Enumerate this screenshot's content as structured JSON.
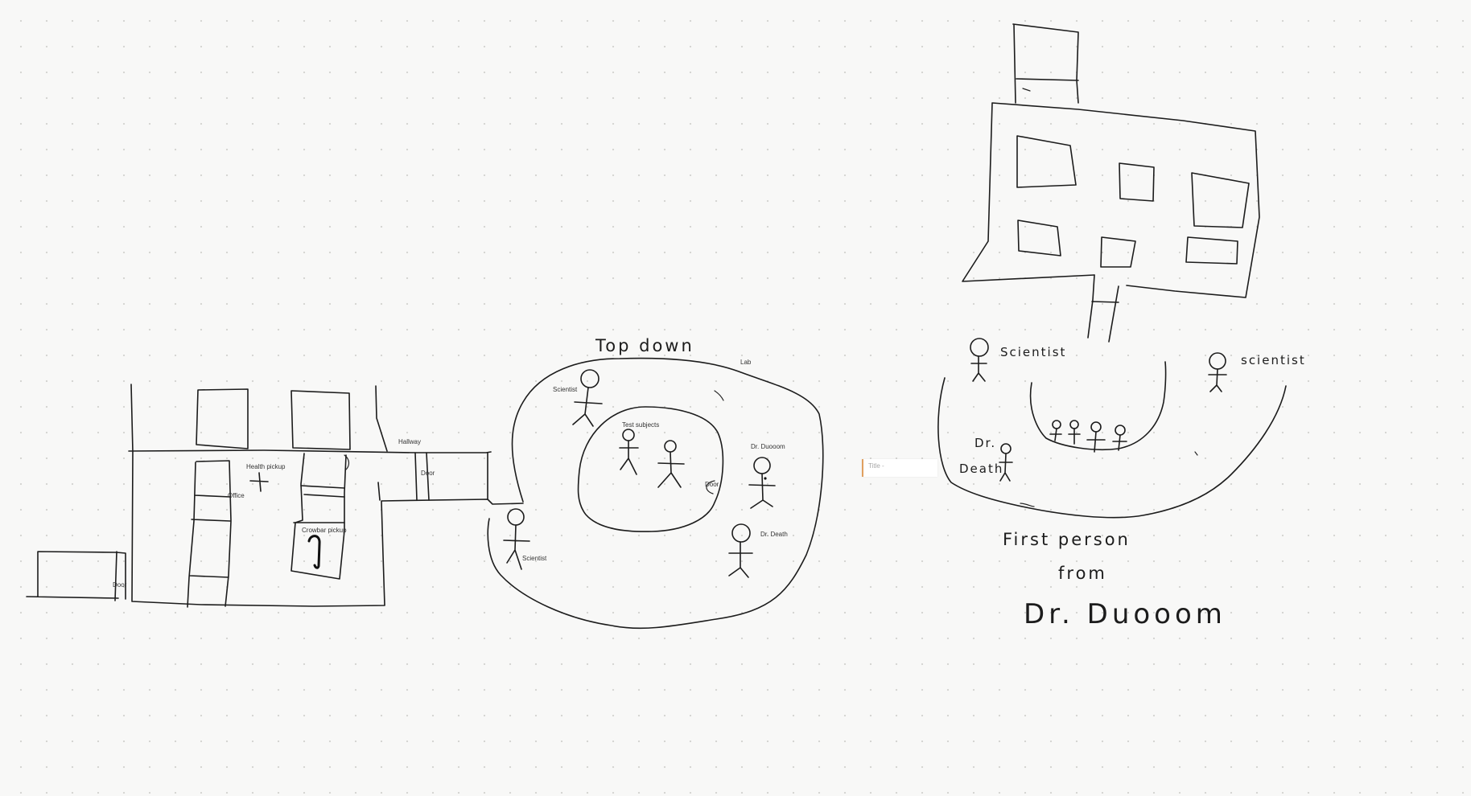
{
  "labels": {
    "door_left": "Door",
    "office": "Office",
    "health_pickup": "Health pickup",
    "crowbar_pickup": "Crowbar pickup",
    "hallway": "Hallway",
    "door_mid": "Door",
    "top_down": "Top down",
    "lab": "Lab",
    "scientist_top": "Scientist",
    "test_subjects": "Test subjects",
    "dr_duooom_top": "Dr. Duooom",
    "door_lab": "Door",
    "scientist_bottom": "Scientist",
    "dr_death_top": "Dr. Death",
    "scientist_fp_left": "Scientist",
    "scientist_fp_right": "scientist",
    "dr_fp": "Dr.",
    "death_fp": "Death",
    "first_person": "First person",
    "from": "from",
    "dr_duooom_fp": "Dr. Duooom"
  },
  "title_input": {
    "placeholder": "Title -"
  },
  "colors": {
    "ink": "#1c1c1c",
    "background": "#f8f8f7",
    "dots": "#d6d6d3",
    "title_accent": "#e0a060"
  },
  "icons": [
    "health-cross-icon",
    "crowbar-icon"
  ]
}
